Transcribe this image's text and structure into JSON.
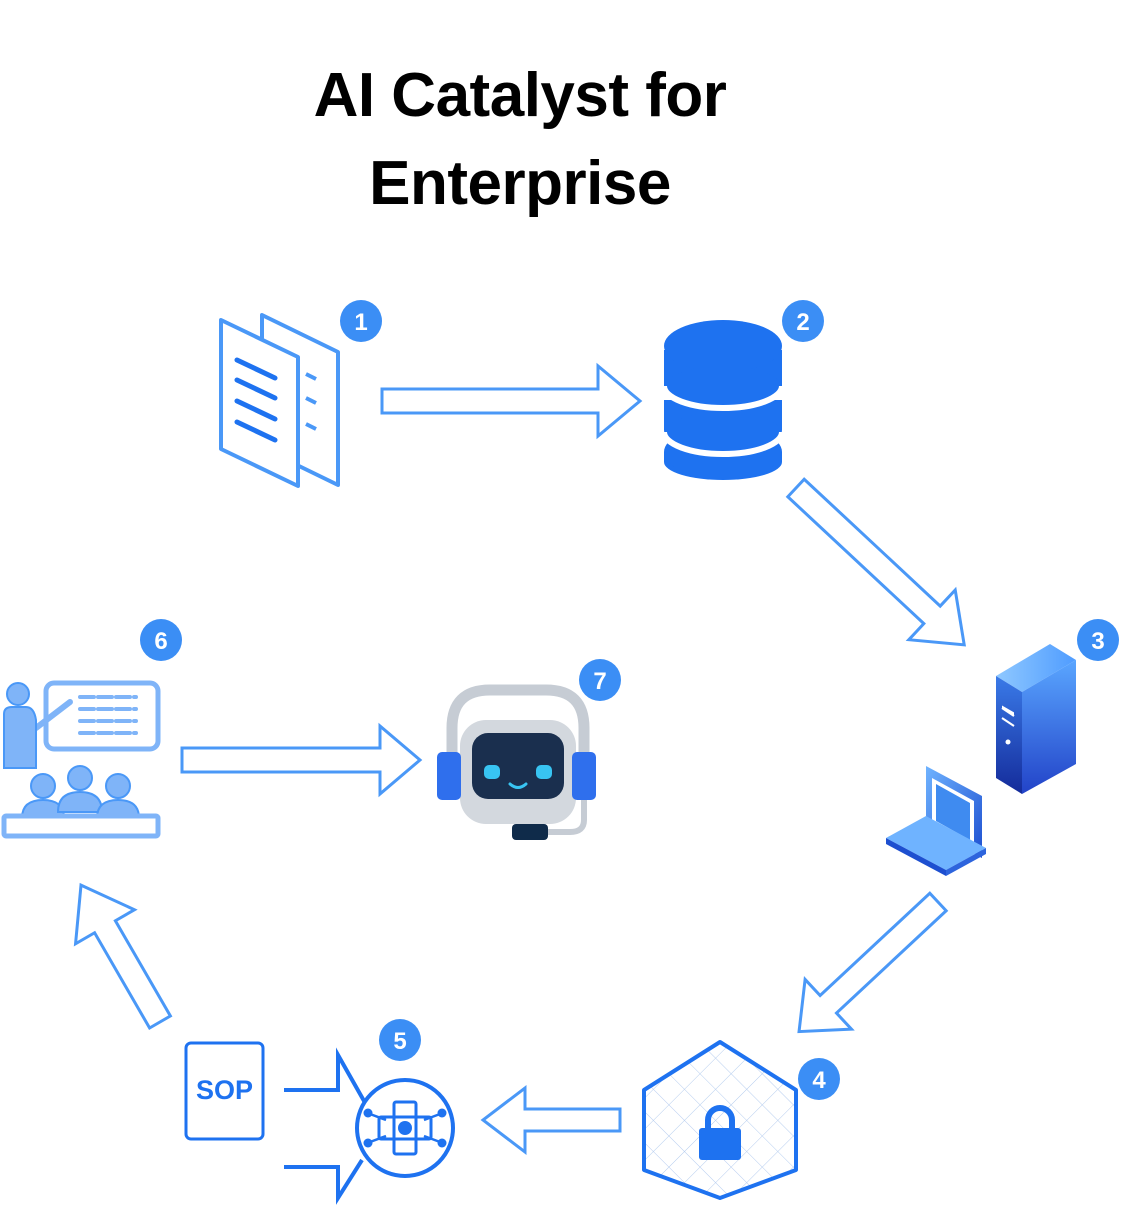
{
  "title": {
    "line1": "AI Catalyst for",
    "line2": "Enterprise"
  },
  "colors": {
    "primary_blue": "#1e72f0",
    "light_blue": "#4a98f7",
    "pale_blue": "#7fb4f8",
    "badge_blue": "#3b8ef5",
    "dark_navy": "#0f2b4a",
    "robot_gray": "#c6ccd4",
    "eye_cyan": "#38c4f2"
  },
  "steps": [
    {
      "number": "1",
      "icon": "documents-icon"
    },
    {
      "number": "2",
      "icon": "database-icon"
    },
    {
      "number": "3",
      "icon": "server-laptop-icon"
    },
    {
      "number": "4",
      "icon": "secure-shield-icon"
    },
    {
      "number": "5",
      "icon": "integration-hub-icon"
    },
    {
      "number": "6",
      "icon": "training-presentation-icon"
    },
    {
      "number": "7",
      "icon": "robot-assistant-icon"
    }
  ],
  "sop_label": "SOP"
}
